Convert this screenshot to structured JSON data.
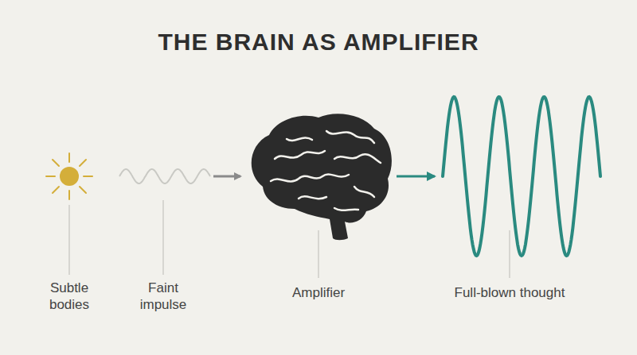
{
  "diagram": {
    "title": "THE BRAIN AS AMPLIFIER",
    "labels": [
      "Subtle bodies",
      "Faint impulse",
      "Amplifier",
      "Full-blown thought"
    ]
  }
}
